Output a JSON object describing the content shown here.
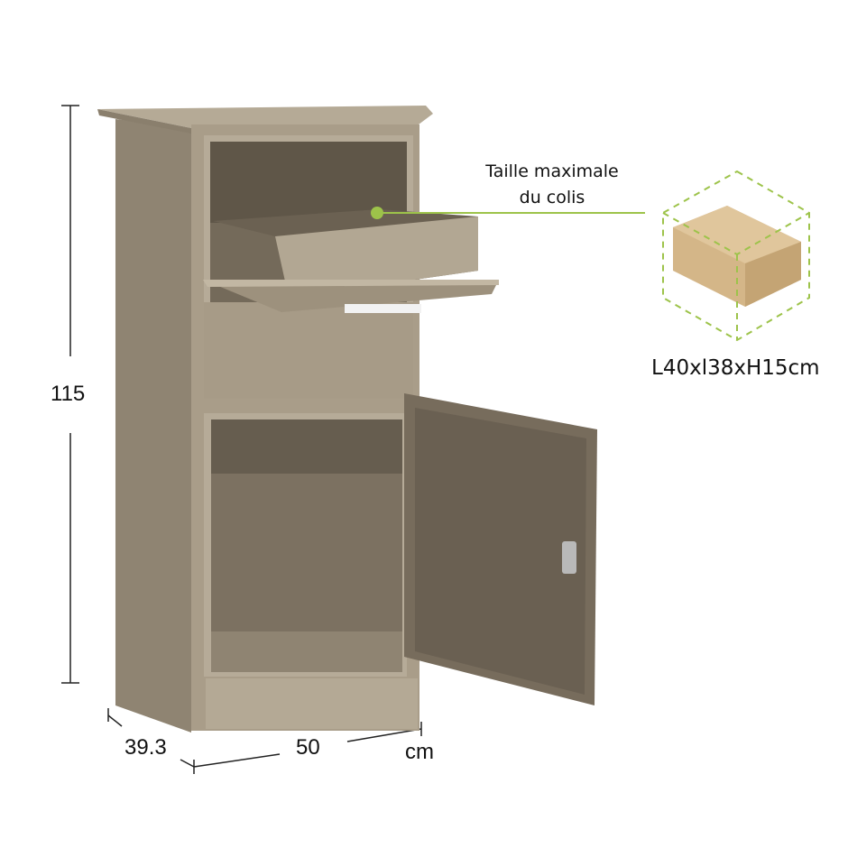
{
  "product": {
    "height_label": "115",
    "depth_label": "39.3",
    "width_label": "50",
    "unit_label": "cm"
  },
  "callout": {
    "line1": "Taille maximale",
    "line2": "du colis",
    "parcel_dimensions": "L40xl38xH15cm"
  },
  "colors": {
    "accent": "#9dc34a",
    "cabinet": "#a99d89",
    "parcel": "#cfae82"
  }
}
